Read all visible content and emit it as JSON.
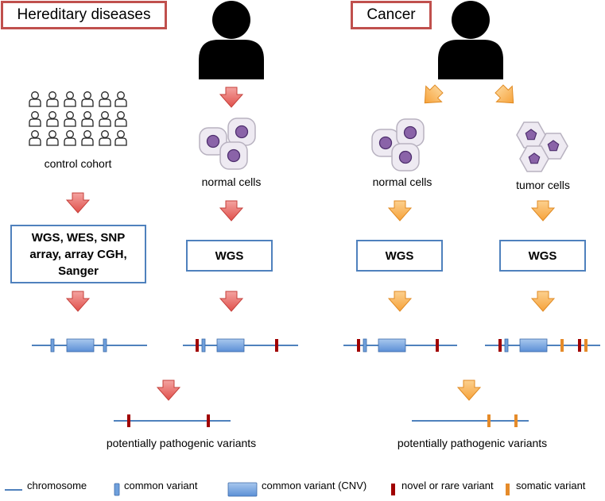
{
  "sections": {
    "hereditary": {
      "title": "Hereditary diseases"
    },
    "cancer": {
      "title": "Cancer"
    }
  },
  "labels": {
    "control_cohort": "control cohort",
    "normal_cells_1": "normal cells",
    "normal_cells_2": "normal cells",
    "tumor_cells": "tumor cells",
    "pathogenic_1": "potentially pathogenic variants",
    "pathogenic_2": "potentially pathogenic variants"
  },
  "methods": {
    "cohort_methods_lines": [
      "WGS, WES, SNP",
      "array, array CGH,",
      "Sanger"
    ],
    "wgs_1": "WGS",
    "wgs_2": "WGS",
    "wgs_3": "WGS"
  },
  "legend": {
    "chromosome": "chromosome",
    "common_variant": "common variant",
    "common_variant_cnv": "common variant (CNV)",
    "novel_rare_variant": "novel or rare variant",
    "somatic_variant": "somatic variant"
  },
  "colors": {
    "red_arrow": "#e0504b",
    "orange_arrow": "#f6a23a",
    "blue": "#4f81bd",
    "light_blue": "#6fa0dc",
    "dark_red": "#a00000",
    "orange": "#e58b2a",
    "cell_fill": "#eeeaf2",
    "nucleus": "#8a63a8",
    "title_border": "#c0504d"
  }
}
